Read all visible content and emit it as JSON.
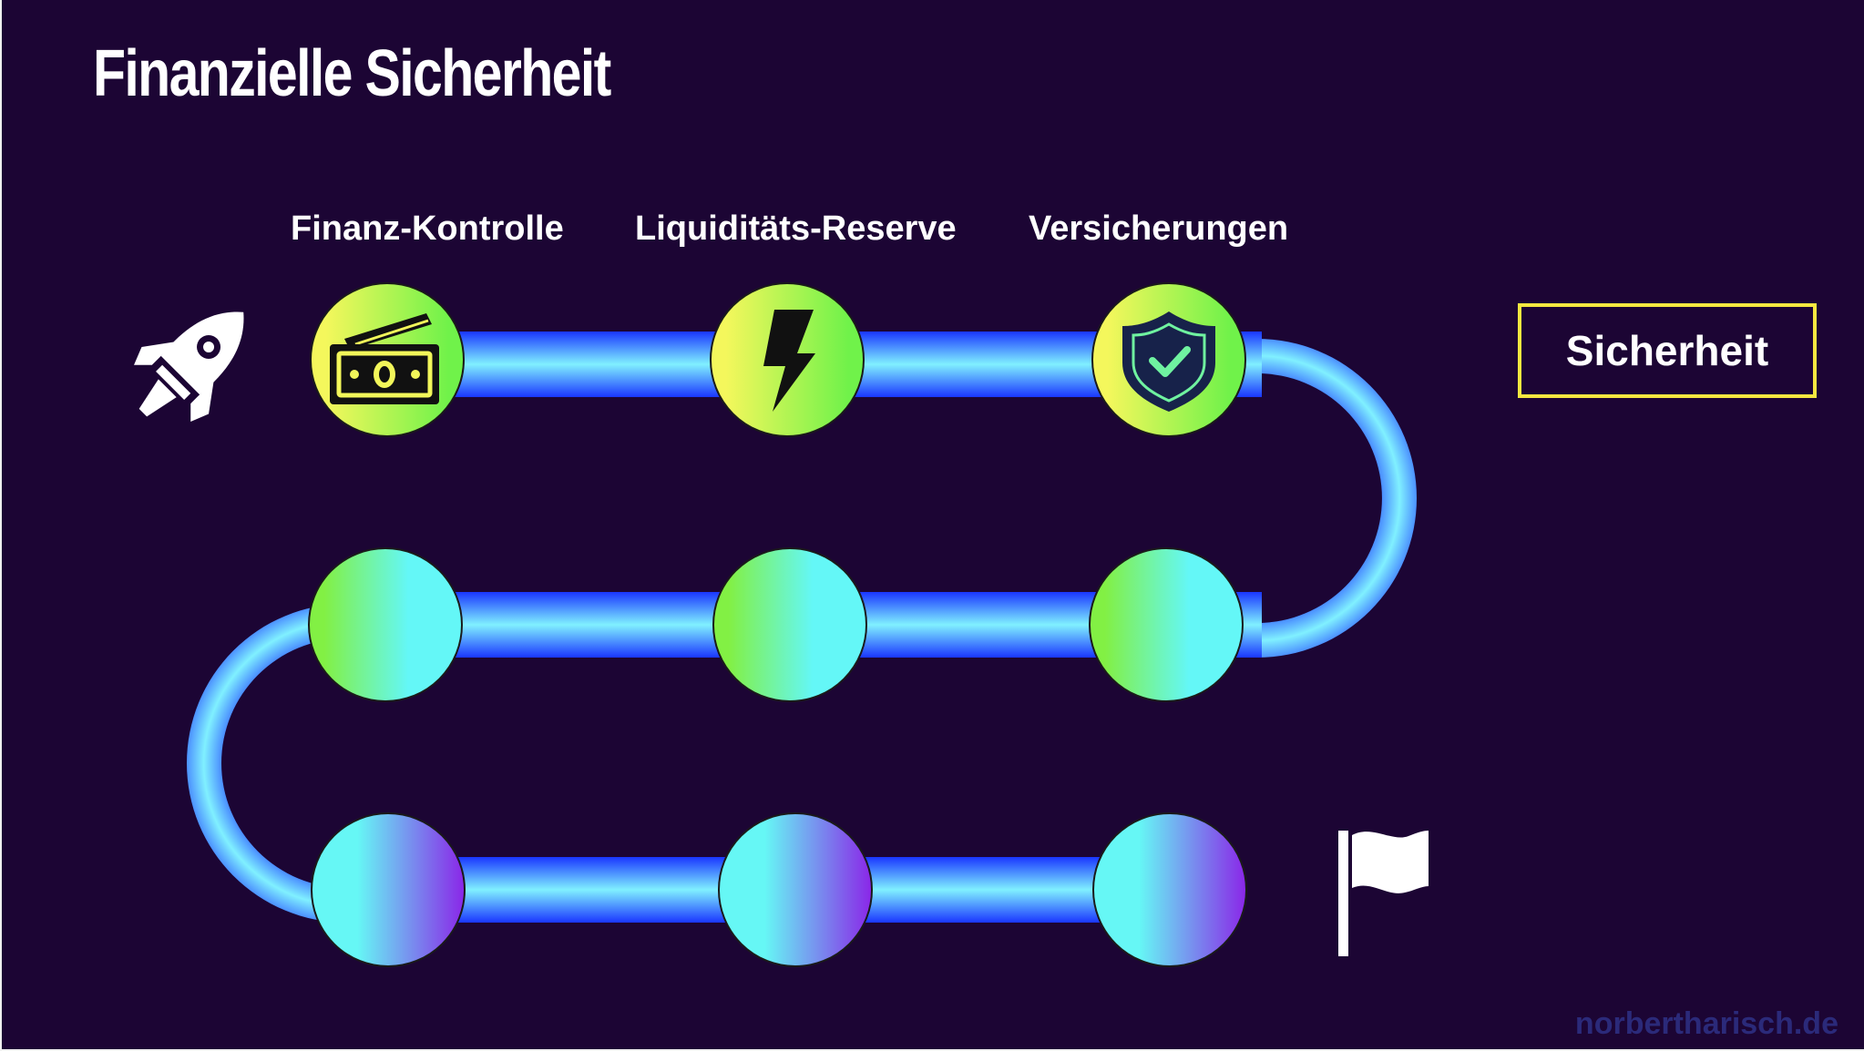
{
  "title": "Finanzielle Sicherheit",
  "steps": [
    {
      "label": "Finanz-Kontrolle",
      "icon": "money-icon"
    },
    {
      "label": "Liquiditäts-Reserve",
      "icon": "lightning-icon"
    },
    {
      "label": "Versicherungen",
      "icon": "shield-check-icon"
    }
  ],
  "badge": "Sicherheit",
  "watermark": "norbertharisch.de",
  "icons": {
    "start": "rocket-icon",
    "finish": "flag-icon"
  },
  "colors": {
    "background": "#1c0534",
    "path_blue": "#1a3cff",
    "path_cyan": "#74f4ff",
    "node_yellow": "#f2f75a",
    "node_green": "#7ef24a",
    "node_cyan": "#66f7f5",
    "node_purple": "#8a2be8",
    "badge_border": "#f5e840"
  }
}
